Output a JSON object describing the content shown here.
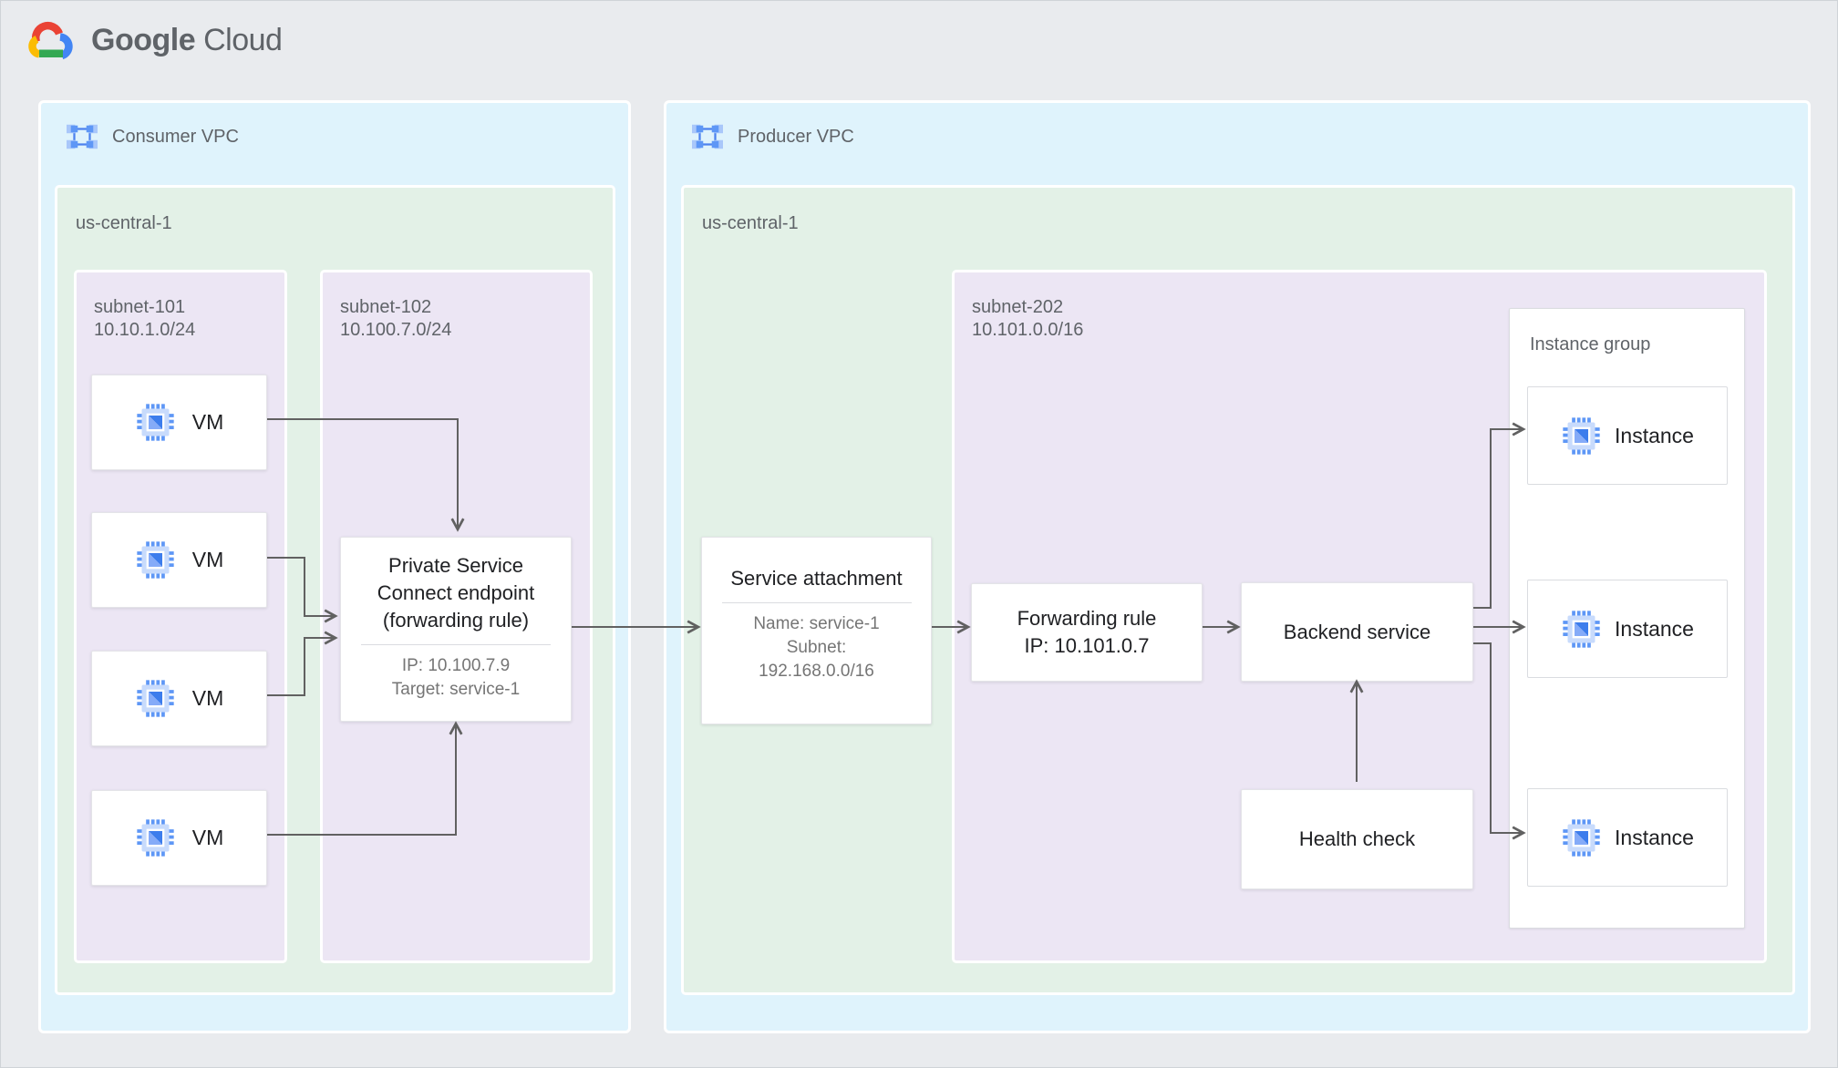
{
  "header": {
    "logo_google": "Google",
    "logo_cloud": "Cloud"
  },
  "consumer_vpc": {
    "label": "Consumer VPC",
    "region": {
      "label": "us-central-1",
      "subnet101": {
        "name": "subnet-101",
        "cidr": "10.10.1.0/24",
        "vms": [
          {
            "label": "VM"
          },
          {
            "label": "VM"
          },
          {
            "label": "VM"
          },
          {
            "label": "VM"
          }
        ]
      },
      "subnet102": {
        "name": "subnet-102",
        "cidr": "10.100.7.0/24",
        "psc_endpoint": {
          "title": "Private Service Connect endpoint (forwarding rule)",
          "ip": "IP: 10.100.7.9",
          "target": "Target: service-1"
        }
      }
    }
  },
  "producer_vpc": {
    "label": "Producer VPC",
    "region": {
      "label": "us-central-1",
      "service_attachment": {
        "title": "Service attachment",
        "name": "Name: service-1",
        "subnet_label": "Subnet:",
        "subnet_cidr": "192.168.0.0/16"
      },
      "subnet202": {
        "name": "subnet-202",
        "cidr": "10.101.0.0/16",
        "forwarding_rule": {
          "line1": "Forwarding rule",
          "line2": "IP: 10.101.0.7"
        },
        "backend_service": {
          "label": "Backend service"
        },
        "health_check": {
          "label": "Health check"
        },
        "instance_group": {
          "label": "Instance group",
          "instances": [
            {
              "label": "Instance"
            },
            {
              "label": "Instance"
            },
            {
              "label": "Instance"
            }
          ]
        }
      }
    }
  },
  "icons": {
    "vpc": "vpc-network-icon",
    "vm": "compute-engine-icon",
    "logo": "google-cloud-logo-icon"
  },
  "colors": {
    "page_bg": "#E9EBEE",
    "vpc_bg": "#DFF3FC",
    "region_bg": "#E3F1E7",
    "subnet_bg": "#ECE6F4",
    "card_bg": "#FFFFFF",
    "arrow": "#616161",
    "label_gray": "#5F6368",
    "title_dark": "#202124",
    "detail_gray": "#757575",
    "blue_dark": "#3D7DEC",
    "blue_mid": "#5E97F6",
    "blue_light": "#AEC9FA",
    "logo_red": "#EA4335",
    "logo_yellow": "#FBBC04",
    "logo_green": "#34A853",
    "logo_blue": "#4285F4"
  }
}
